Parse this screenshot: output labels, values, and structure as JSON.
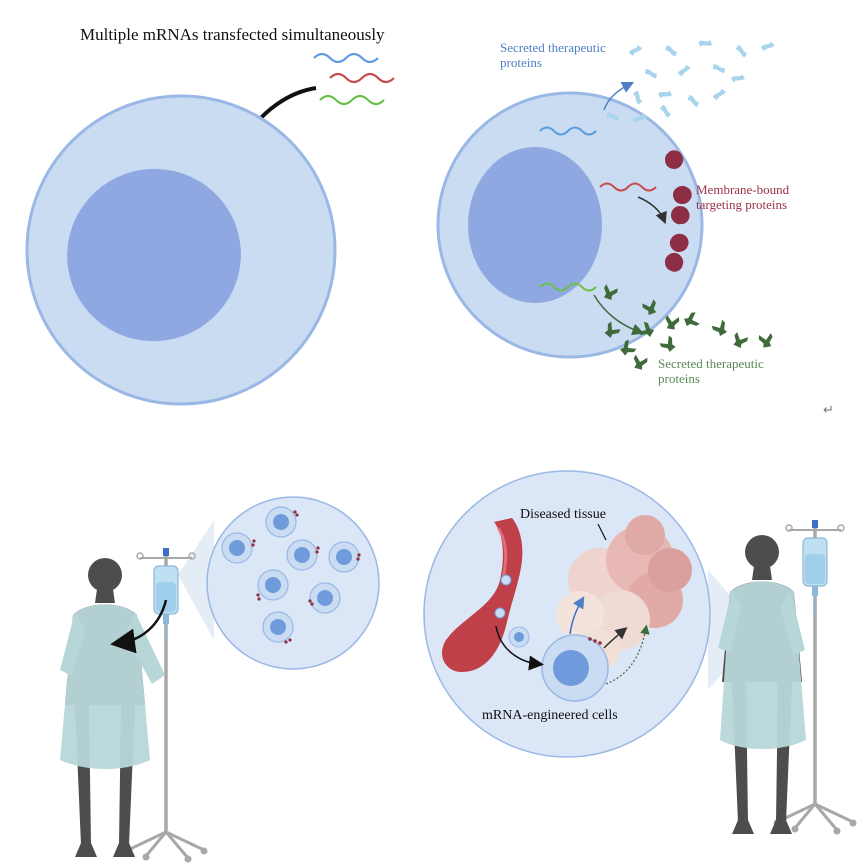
{
  "top_left": {
    "title": "Multiple mRNAs transfected simultaneously"
  },
  "top_right": {
    "secreted_top": [
      "Secreted therapeutic",
      "proteins"
    ],
    "membrane": [
      "Membrane-bound",
      "targeting proteins"
    ],
    "secreted_bottom": [
      "Secreted therapeutic",
      "proteins"
    ]
  },
  "return_glyph": "↵",
  "bottom_right": {
    "diseased_tissue": "Diseased tissue",
    "engineered_cells": "mRNA-engineered cells"
  },
  "colors": {
    "cell_fill": "#c9dcf1",
    "cell_border": "#9ab8e6",
    "nucleus": "#8fa8e2",
    "mrna_blue": "#5b9be0",
    "mrna_red": "#c94a4a",
    "mrna_green": "#6cbf4a",
    "membrane_protein": "#8e2e45",
    "secreted_blue": "#a9d4ee",
    "secreted_green": "#3f6b3a",
    "gown": "#b7d6d8",
    "silhouette": "#4d4d4d"
  }
}
